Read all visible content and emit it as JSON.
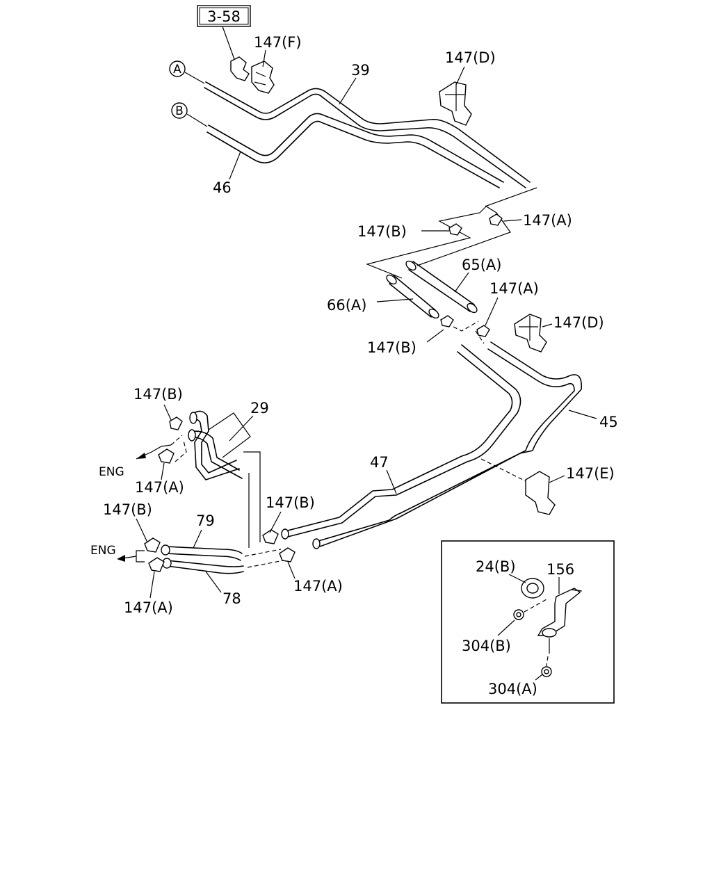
{
  "ref_box": "3-58",
  "circle_labels": {
    "a": "A",
    "b": "B"
  },
  "labels": {
    "p147f": "147(F)",
    "p39": "39",
    "p147d_top": "147(D)",
    "p46": "46",
    "p147b_1": "147(B)",
    "p147a_1": "147(A)",
    "p65a": "65(A)",
    "p66a": "66(A)",
    "p147a_2": "147(A)",
    "p147d_mid": "147(D)",
    "p147b_2": "147(B)",
    "p29": "29",
    "p147b_3": "147(B)",
    "p147a_3": "147(A)",
    "p45": "45",
    "p47": "47",
    "p147e": "147(E)",
    "p147b_4": "147(B)",
    "p147b_5": "147(B)",
    "p79": "79",
    "p147a_4": "147(A)",
    "p78": "78",
    "p147a_5": "147(A)"
  },
  "eng_labels": {
    "upper": "ENG",
    "lower": "ENG"
  },
  "inset": {
    "p24b": "24(B)",
    "p156": "156",
    "p304b": "304(B)",
    "p304a": "304(A)"
  }
}
